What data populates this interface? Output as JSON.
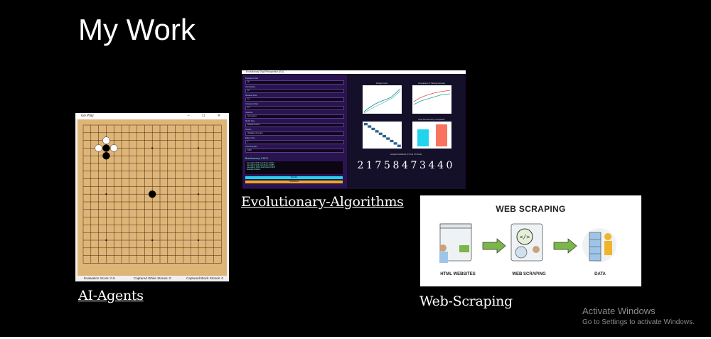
{
  "page": {
    "heading": "My Work"
  },
  "projects": [
    {
      "caption": "AI-Agents"
    },
    {
      "caption": "Evolutionary-Algorithms"
    },
    {
      "caption": "Web-Scraping"
    }
  ],
  "go_window": {
    "title": "Go Play",
    "controls": "–  ☐  ✕",
    "status": {
      "score": "Evaluation Score: 0.5",
      "white": "Captured White Stones: 0",
      "black": "Captured Black Stones: 0"
    },
    "board_size": 19,
    "stones": [
      {
        "color": "white",
        "col": 3,
        "row": 2
      },
      {
        "color": "white",
        "col": 2,
        "row": 3
      },
      {
        "color": "black",
        "col": 3,
        "row": 3
      },
      {
        "color": "white",
        "col": 4,
        "row": 3
      },
      {
        "color": "black",
        "col": 3,
        "row": 4
      },
      {
        "color": "black",
        "col": 9,
        "row": 9
      }
    ]
  },
  "ea_window": {
    "title": "Evolutionary Digit Recognition (EA)",
    "fields": [
      {
        "label": "Population Size",
        "value": "20"
      },
      {
        "label": "Generations",
        "value": "10"
      },
      {
        "label": "Mutation Rate",
        "value": "0.1"
      },
      {
        "label": "Crossover Rate",
        "value": "0.7"
      },
      {
        "label": "Selection",
        "value": "tournament"
      },
      {
        "label": "Model Type",
        "value": "Random Forest"
      },
      {
        "label": "Fitness",
        "value": "Validation Accuracy"
      },
      {
        "label": "Elitism Size",
        "value": "2"
      },
      {
        "label": "Train Samples",
        "value": "1000"
      }
    ],
    "accuracy": "Best Accuracy: 0.9470",
    "log": [
      "Generation 8/10: best fitness 0.9412",
      "Generation 9/10: best fitness 0.9455",
      "Generation 10/10: best fitness 0.9470",
      "Evolution finished."
    ],
    "run_button": "Run EA",
    "stop_button": "Stop/Reset",
    "charts": {
      "fitness": "Fitness Curve",
      "comparison": "Comparison of Training Accuracy",
      "bars": "Final Test Accuracy Comparison",
      "predictions": "Sample Predictions (T=True / P=Pred)"
    },
    "digits": [
      "2",
      "1",
      "7",
      "5",
      "8",
      "4",
      "7",
      "3",
      "4",
      "4",
      "0"
    ],
    "colors": {
      "bg": "#1a0a2e",
      "bar1": "#22d3ee",
      "bar2": "#f97360"
    }
  },
  "web_scraping": {
    "title": "WEB SCRAPING",
    "labels": [
      "HTML WEBSITES",
      "WEB SCRAPING",
      "DATA"
    ],
    "colors": {
      "accent": "#7ab648"
    }
  },
  "activation": {
    "line1": "Activate Windows",
    "line2": "Go to Settings to activate Windows."
  }
}
